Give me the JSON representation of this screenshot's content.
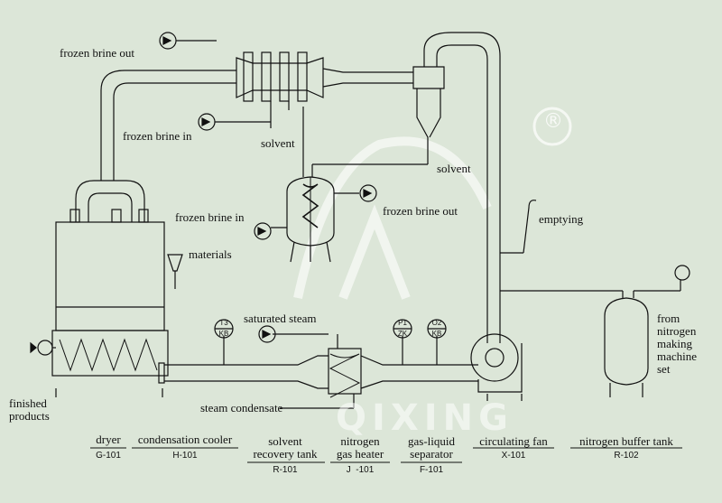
{
  "labels": {
    "frozen_brine_out_top": "frozen brine out",
    "frozen_brine_in_top": "frozen brine in",
    "solvent_left": "solvent",
    "solvent_right": "solvent",
    "frozen_brine_in_mid": "frozen brine in",
    "frozen_brine_out_mid": "frozen brine out",
    "materials": "materials",
    "emptying": "emptying",
    "saturated_steam": "saturated steam",
    "steam_condensate": "steam condensate",
    "finished_products": "finished\nproducts",
    "from_nitrogen": "from\nnitrogen\nmaking\nmachine\nset"
  },
  "instruments": {
    "t3": "T3",
    "kb1": "KB",
    "p1": "P1",
    "zk": "ZK",
    "o2": "O2",
    "kb2": "KB"
  },
  "equipment": [
    {
      "name": "dryer",
      "code": "G-101"
    },
    {
      "name": "condensation cooler",
      "code": "H-101"
    },
    {
      "name": "solvent\nrecovery tank",
      "code": "R-101"
    },
    {
      "name": "nitrogen\ngas heater",
      "code": "J  -101"
    },
    {
      "name": "gas-liquid\nseparator",
      "code": "F-101"
    },
    {
      "name": "circulating fan",
      "code": "X-101"
    },
    {
      "name": "nitrogen buffer tank",
      "code": "R-102"
    }
  ],
  "watermark": {
    "text": "QIXING",
    "registered": "®"
  }
}
